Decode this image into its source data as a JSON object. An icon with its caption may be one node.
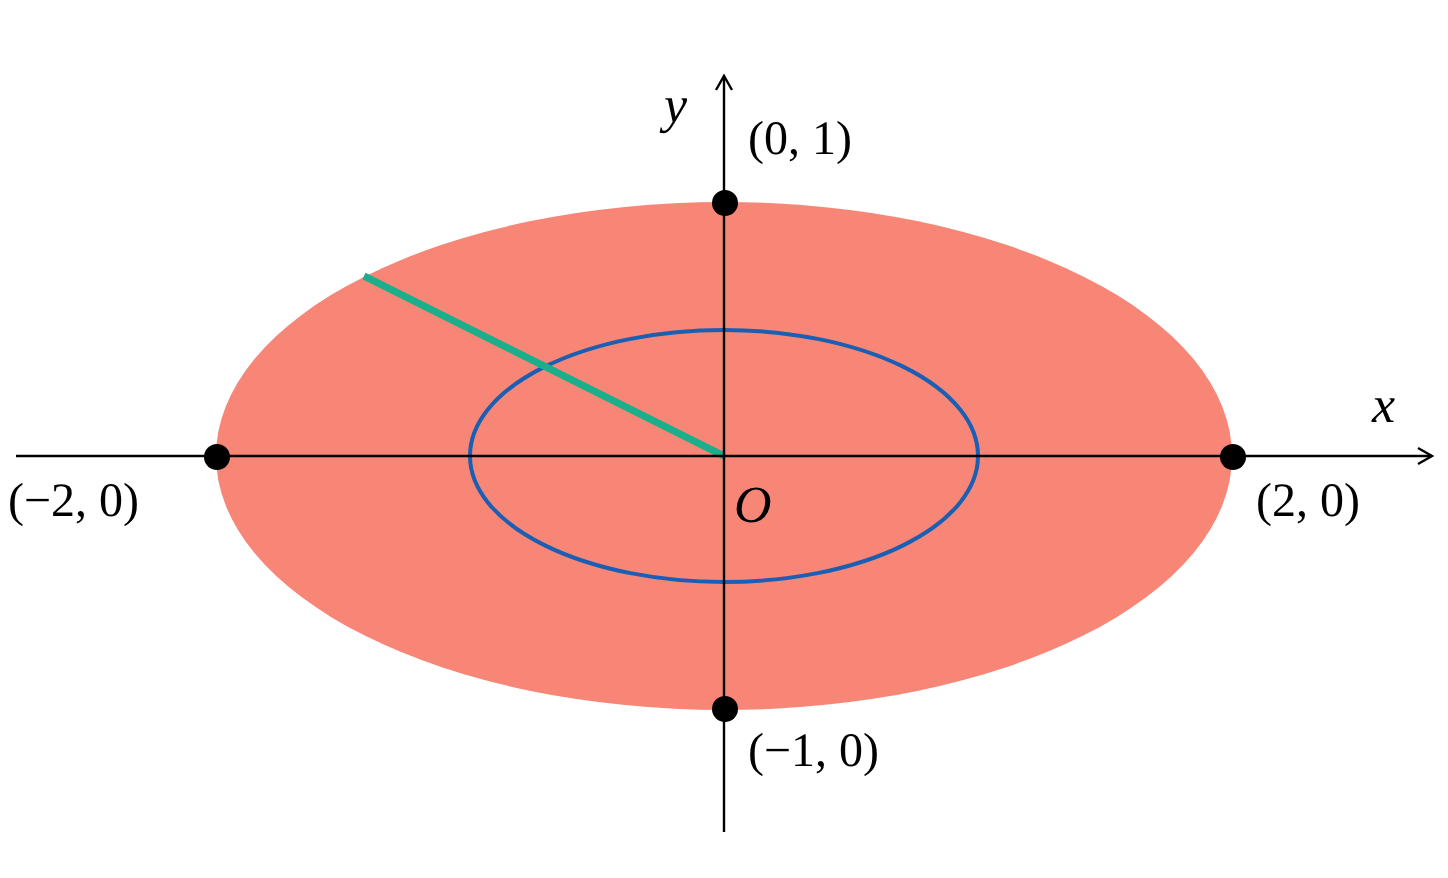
{
  "diagram": {
    "nodes": [
      {
        "text": [],
        "shape": "circle",
        "beside": [
          "(0, 1)"
        ]
      },
      {
        "text": [],
        "shape": "circle",
        "beside": [
          "(−2, 0)"
        ]
      },
      {
        "text": [],
        "shape": "circle",
        "beside": [
          "(2, 0)"
        ]
      },
      {
        "text": [],
        "shape": "circle",
        "beside": [
          "(−1, 0)"
        ]
      }
    ],
    "labels": [
      "y",
      "x",
      "O"
    ]
  }
}
